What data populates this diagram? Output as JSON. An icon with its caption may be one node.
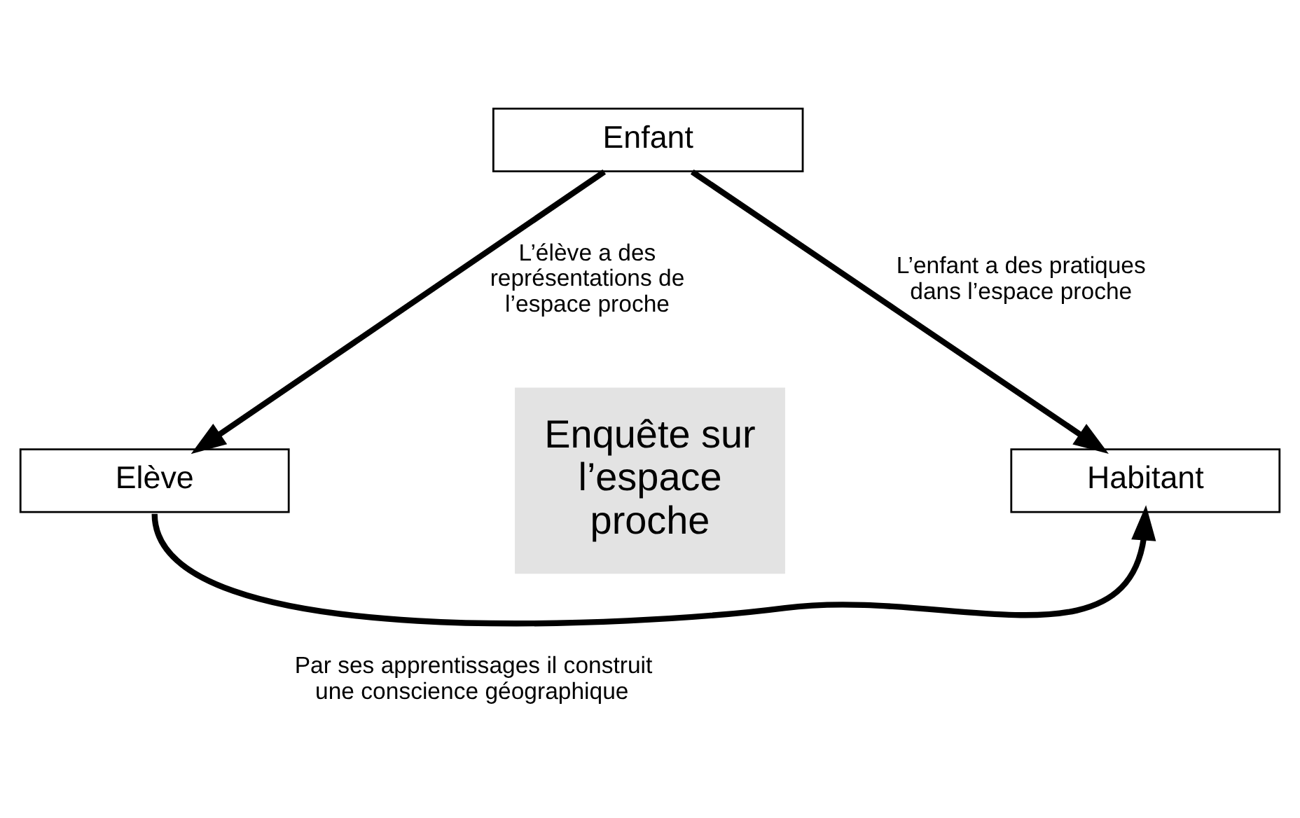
{
  "diagram": {
    "nodes": [
      {
        "text": [
          "Enfant"
        ]
      },
      {
        "text": [
          "Elève"
        ]
      },
      {
        "text": [
          "Enquête sur l’espace proche"
        ]
      },
      {
        "text": [
          "Habitant"
        ]
      }
    ],
    "edges": [
      {
        "from": 0,
        "to": 1,
        "arrow": "to",
        "label": "L’élève a des représentations de l’espace proche"
      },
      {
        "from": 0,
        "to": 3,
        "arrow": "to",
        "label": "L’enfant a des pratiques dans l’espace proche"
      },
      {
        "from": 1,
        "to": 3,
        "arrow": "to",
        "label": "Par ses apprentissages il construit une conscience géographique"
      }
    ]
  }
}
